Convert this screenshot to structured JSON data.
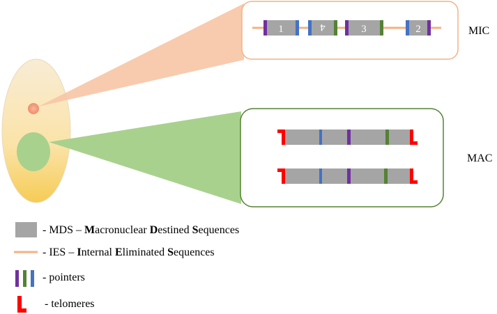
{
  "labels": {
    "mic": "MIC",
    "mac": "MAC"
  },
  "mic_segments": [
    "1",
    "4",
    "3",
    "2"
  ],
  "legend": [
    {
      "swatch": "gray-box",
      "prefix": "- MDS – ",
      "words": [
        {
          "b": "M",
          "r": "acronuclear "
        },
        {
          "b": "D",
          "r": "estined "
        },
        {
          "b": "S",
          "r": "equences"
        }
      ]
    },
    {
      "swatch": "orange-line",
      "prefix": "- IES – ",
      "words": [
        {
          "b": "I",
          "r": "nternal "
        },
        {
          "b": "E",
          "r": "liminated "
        },
        {
          "b": "S",
          "r": "equences"
        }
      ]
    },
    {
      "swatch": "pointer-bars",
      "text": "- pointers"
    },
    {
      "swatch": "telomere",
      "text": "- telomeres"
    }
  ],
  "colors": {
    "mds_gray": "#a5a5a5",
    "ies_orange": "#f4b183",
    "pointer_purple": "#7030a0",
    "pointer_blue": "#4472c4",
    "pointer_green": "#548235",
    "telomere_red": "#ff0000",
    "mic_border": "#f4b183",
    "mac_border": "#548235",
    "macronucleus_green": "#a9d18e",
    "micronucleus_salmon": "#f4a37f",
    "cell_fill": "#fbe5b6"
  }
}
